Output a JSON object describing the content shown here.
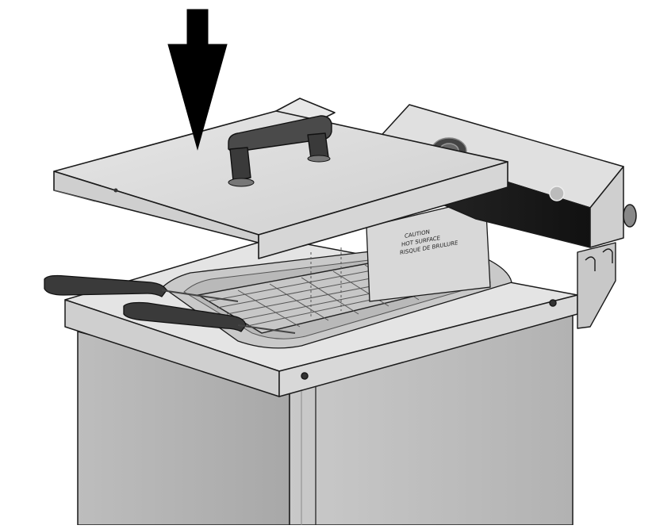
{
  "diagram": {
    "subject": "fryer-lid-placement",
    "panel_text": [
      "CAUTION",
      "HOT SURFACE",
      "RISQUE DE BRULURE"
    ],
    "colors": {
      "outline": "#1a1a1a",
      "arrow": "#000000",
      "steel_light": "#dcdcdc",
      "steel_mid": "#c4c4c4",
      "steel_dark": "#9a9a9a",
      "handle": "#3a3a3a",
      "control_box": "#1c1c1c"
    },
    "icons": [
      "down-arrow-icon",
      "lid-handle-icon",
      "basket-handle-icon",
      "control-knob-icon",
      "indicator-light-icon"
    ]
  }
}
